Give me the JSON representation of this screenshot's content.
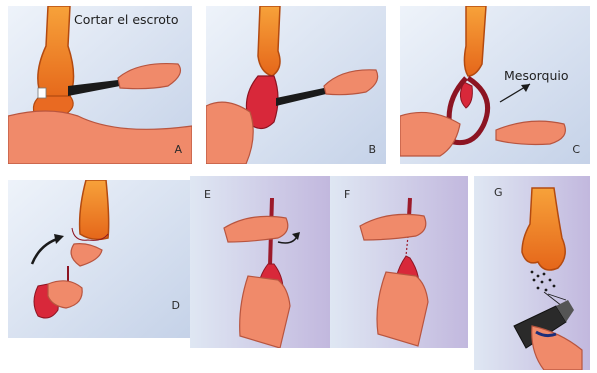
{
  "panels": [
    {
      "letter": "A",
      "caption": "Cortar el escroto"
    },
    {
      "letter": "B"
    },
    {
      "letter": "C",
      "caption": "Mesorquio"
    },
    {
      "letter": "D"
    },
    {
      "letter": "E"
    },
    {
      "letter": "F"
    },
    {
      "letter": "G"
    }
  ],
  "colors": {
    "background_light": "#e6eef7",
    "background_mid": "#c9d6ea",
    "background_purple": "#c7bde0",
    "scrotum_orange": "#f28a1e",
    "skin": "#f08a6a",
    "testis_red": "#d8283a",
    "knife_dark": "#1a1a1a"
  }
}
